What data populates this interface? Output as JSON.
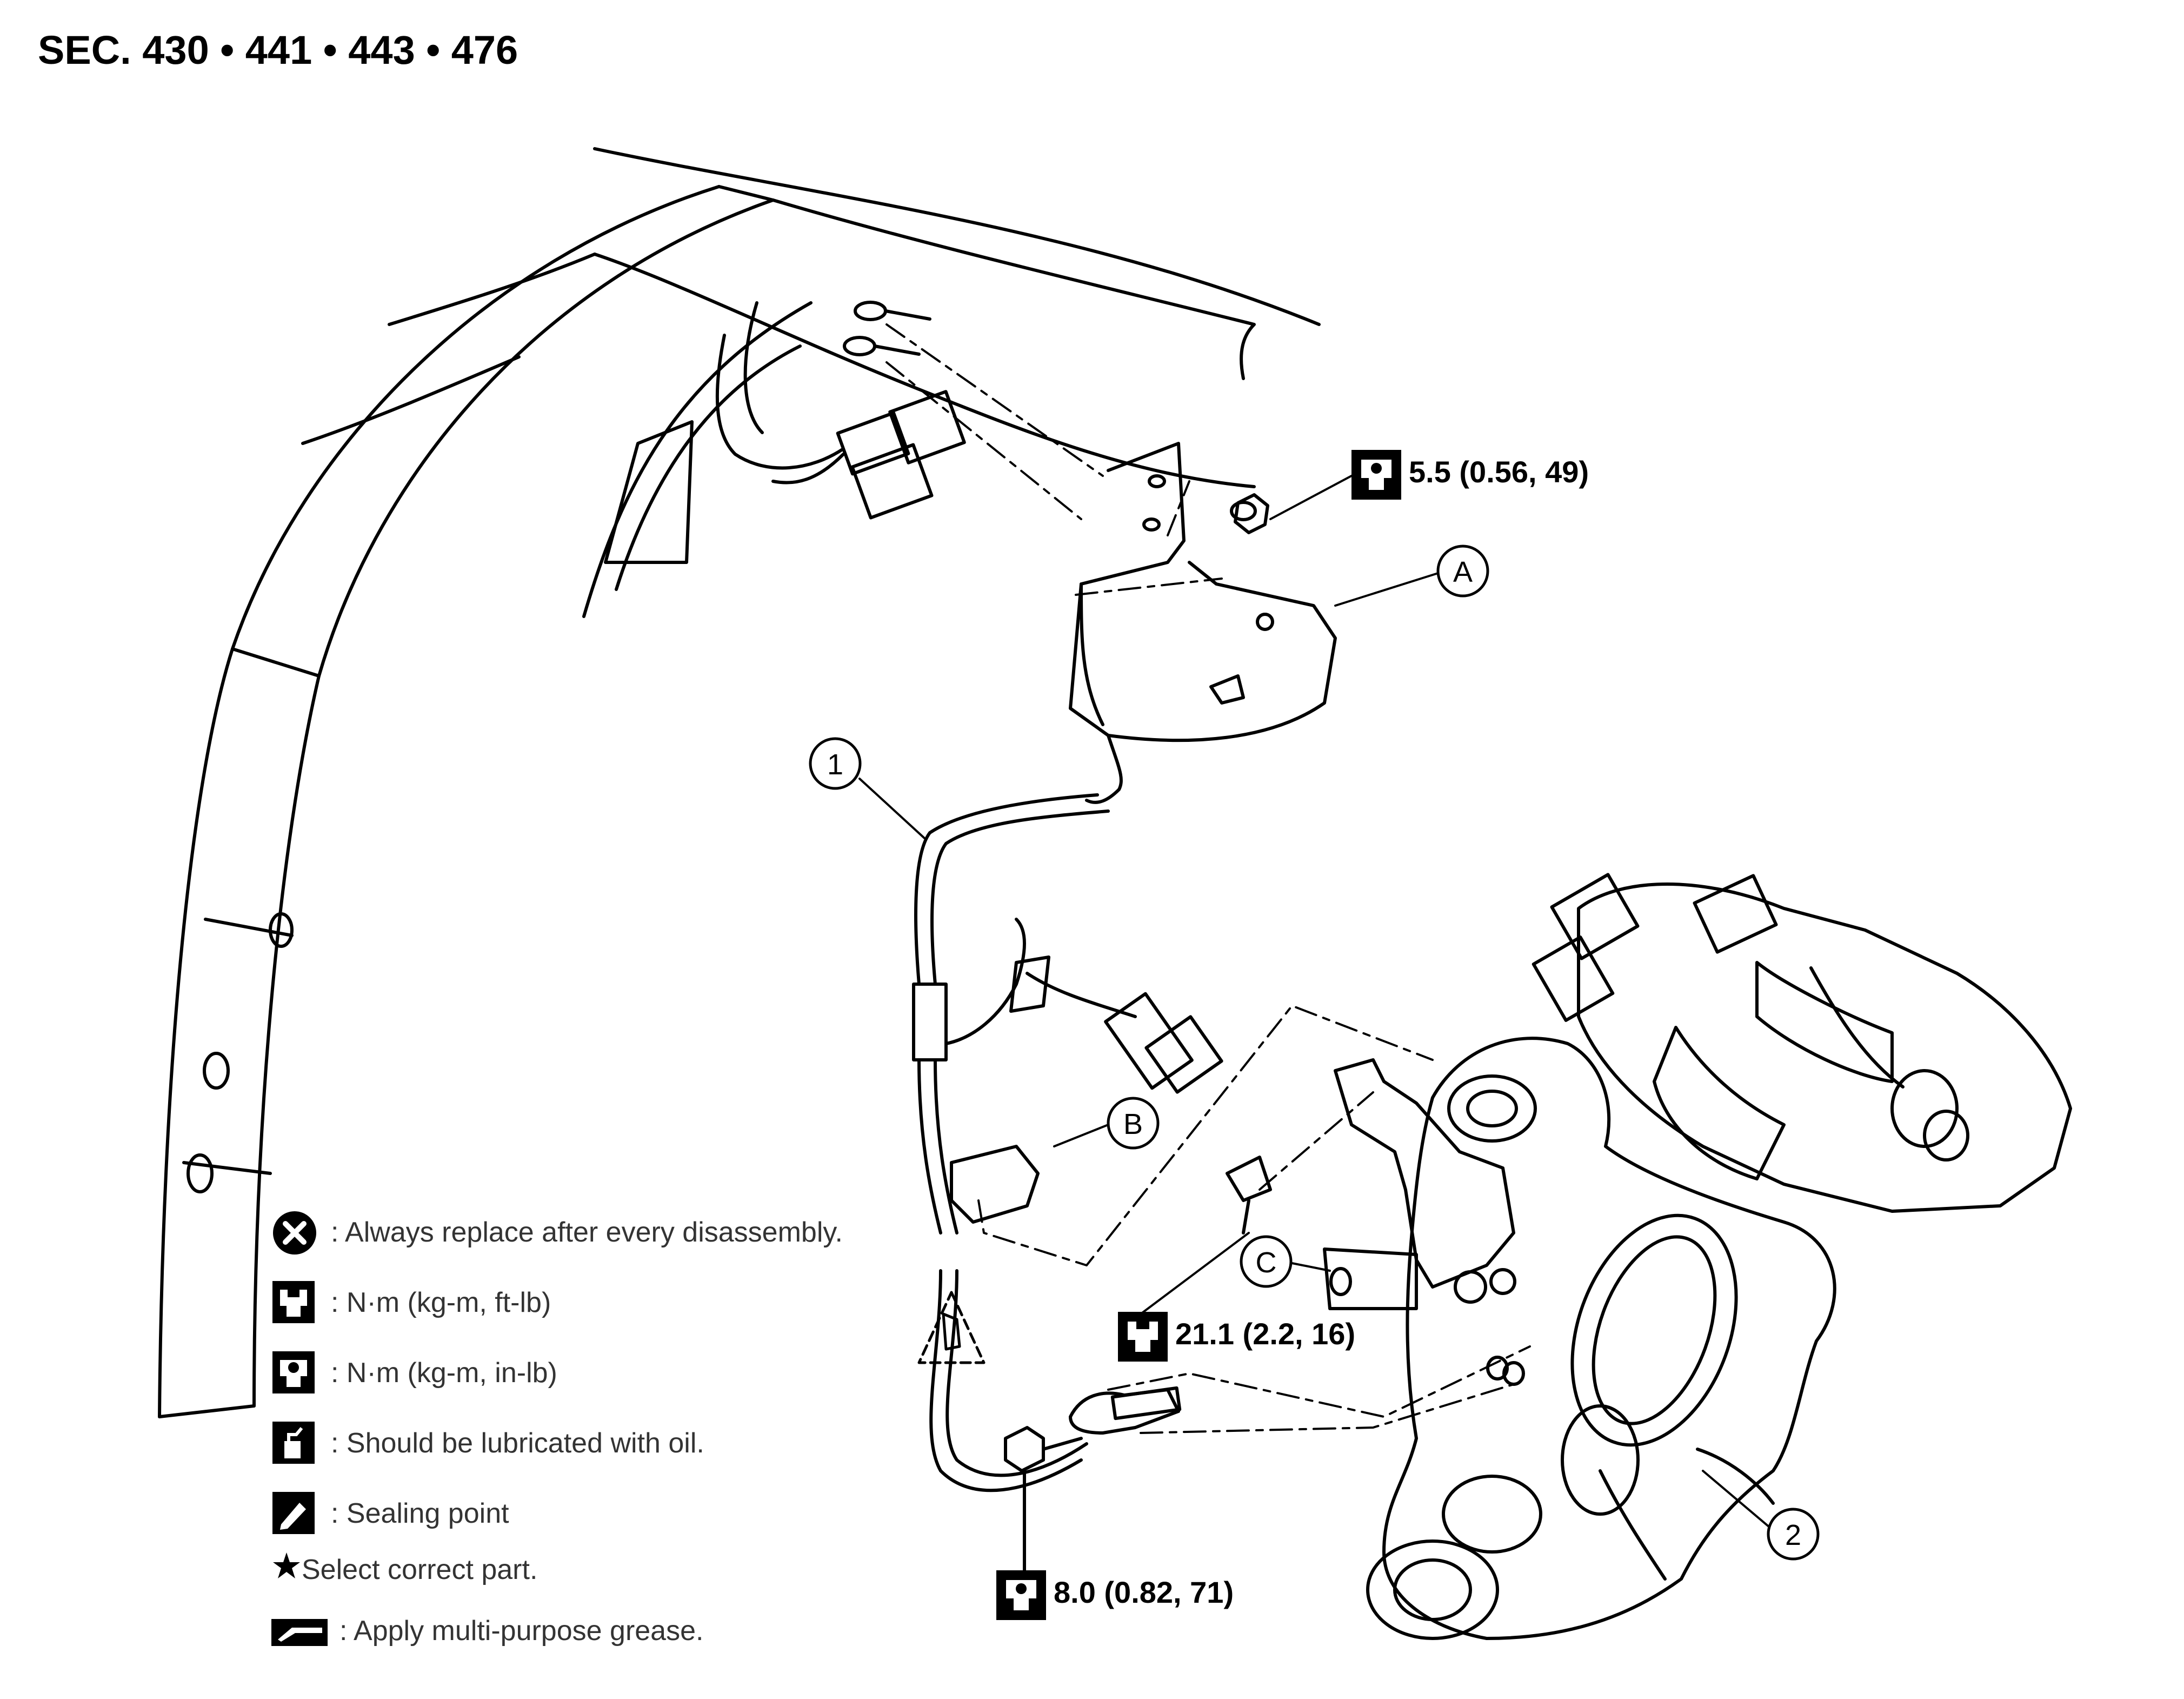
{
  "header": {
    "section_codes": "SEC. 430 • 441 • 443 • 476"
  },
  "callouts": {
    "part_1": "1",
    "part_2": "2",
    "ref_a": "A",
    "ref_b": "B",
    "ref_c": "C"
  },
  "torque_specs": {
    "bracket_nut": "5.5 (0.56, 49)",
    "bracket_bolt": "21.1 (2.2, 16)",
    "sensor_bolt": "8.0 (0.82, 71)"
  },
  "legend": {
    "items": [
      {
        "icon": "replace-icon",
        "text": ": Always replace after every disassembly."
      },
      {
        "icon": "torque-ftlb-icon",
        "text": ": N·m (kg-m, ft-lb)"
      },
      {
        "icon": "torque-inlb-icon",
        "text": ": N·m (kg-m, in-lb)"
      },
      {
        "icon": "oil-can-icon",
        "text": ": Should be lubricated with oil."
      },
      {
        "icon": "sealing-point-icon",
        "text": ": Sealing point"
      },
      {
        "icon": "star-icon",
        "text": " Select correct part."
      },
      {
        "icon": "grease-icon",
        "text": ": Apply multi-purpose grease."
      }
    ]
  },
  "colors": {
    "line": "#000000",
    "background": "#ffffff",
    "legend_text": "#333333"
  }
}
